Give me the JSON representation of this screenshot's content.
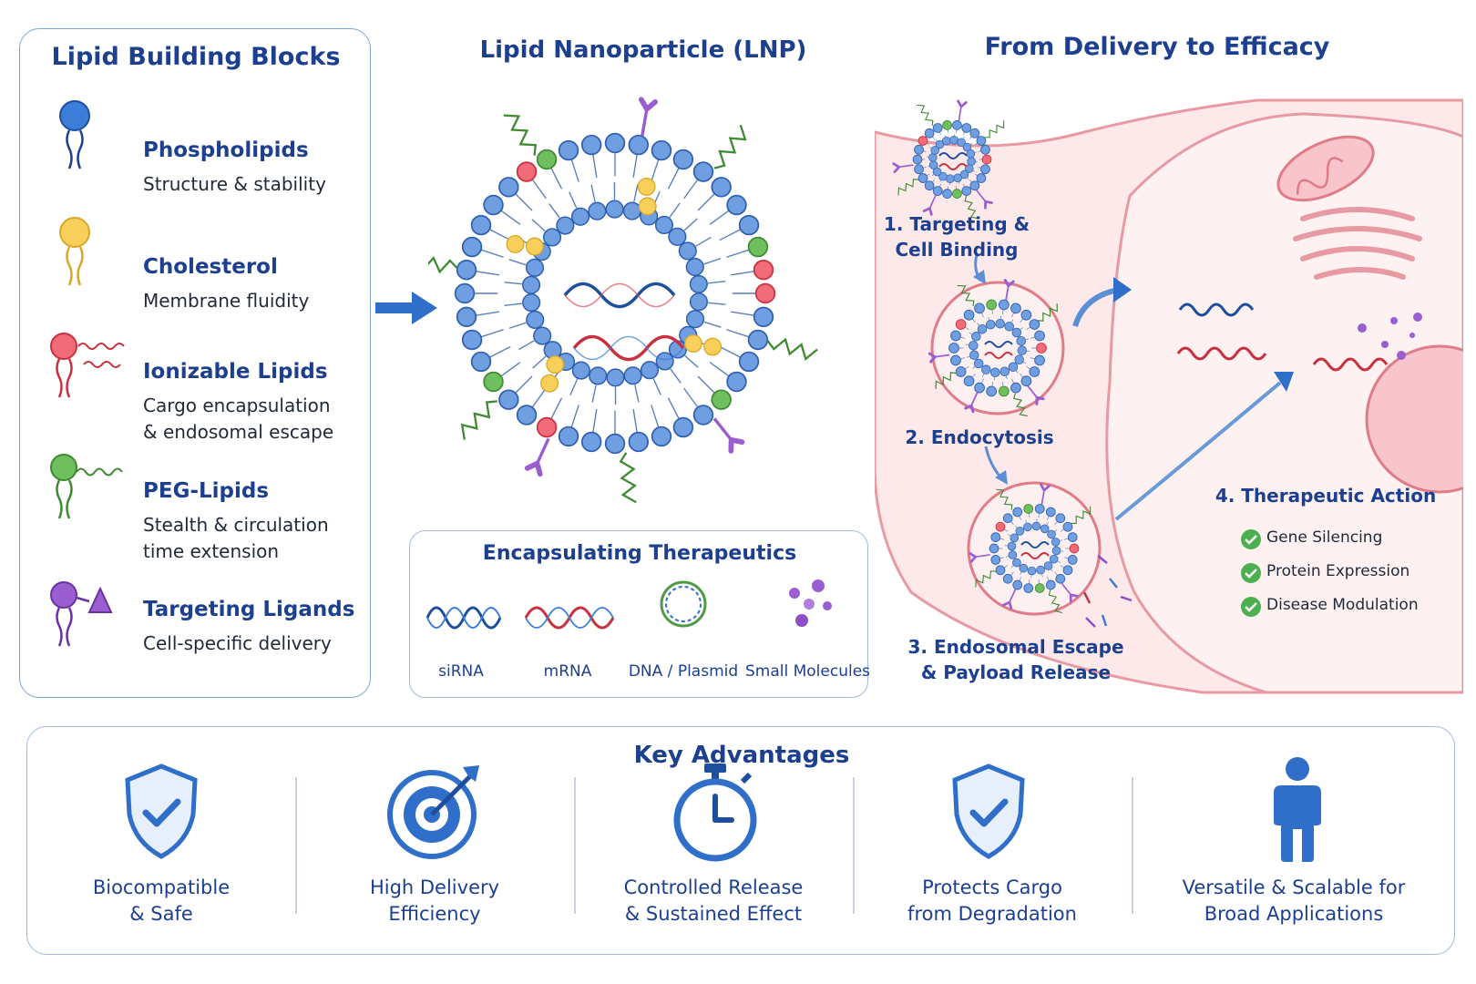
{
  "building_blocks": {
    "title": "Lipid Building Blocks",
    "items": [
      {
        "name": "Phospholipids",
        "desc": [
          "Structure & stability"
        ],
        "color": "#3b7dd8"
      },
      {
        "name": "Cholesterol",
        "desc": [
          "Membrane fluidity"
        ],
        "color": "#f4c542"
      },
      {
        "name": "Ionizable Lipids",
        "desc": [
          "Cargo encapsulation",
          "& endosomal escape"
        ],
        "color": "#e24b5b"
      },
      {
        "name": "PEG-Lipids",
        "desc": [
          "Stealth & circulation",
          "time extension"
        ],
        "color": "#5fae4f"
      },
      {
        "name": "Targeting Ligands",
        "desc": [
          "Cell-specific delivery"
        ],
        "color": "#8e4fc6"
      }
    ]
  },
  "lnp": {
    "title": "Lipid Nanoparticle (LNP)"
  },
  "therapeutics": {
    "title": "Encapsulating Therapeutics",
    "items": [
      "siRNA",
      "mRNA",
      "DNA / Plasmid",
      "Small Molecules"
    ]
  },
  "delivery": {
    "title": "From Delivery to Efficacy",
    "steps": [
      [
        "1. Targeting &",
        "Cell Binding"
      ],
      [
        "2. Endocytosis"
      ],
      [
        "3. Endosomal Escape",
        "& Payload Release"
      ],
      [
        "4. Therapeutic Action"
      ]
    ],
    "benefits": [
      "Gene Silencing",
      "Protein Expression",
      "Disease Modulation"
    ]
  },
  "advantages": {
    "title": "Key Advantages",
    "items": [
      [
        "Biocompatible",
        "& Safe"
      ],
      [
        "High Delivery",
        "Efficiency"
      ],
      [
        "Controlled Release",
        "& Sustained Effect"
      ],
      [
        "Protects Cargo",
        "from Degradation"
      ],
      [
        "Versatile & Scalable for",
        "Broad Applications"
      ]
    ]
  },
  "colors": {
    "title": "#1d3f8f",
    "accent": "#2f6fc9",
    "cell_fill": "#fde8ea",
    "cell_stroke": "#e89aa3",
    "check": "#4caf50"
  }
}
